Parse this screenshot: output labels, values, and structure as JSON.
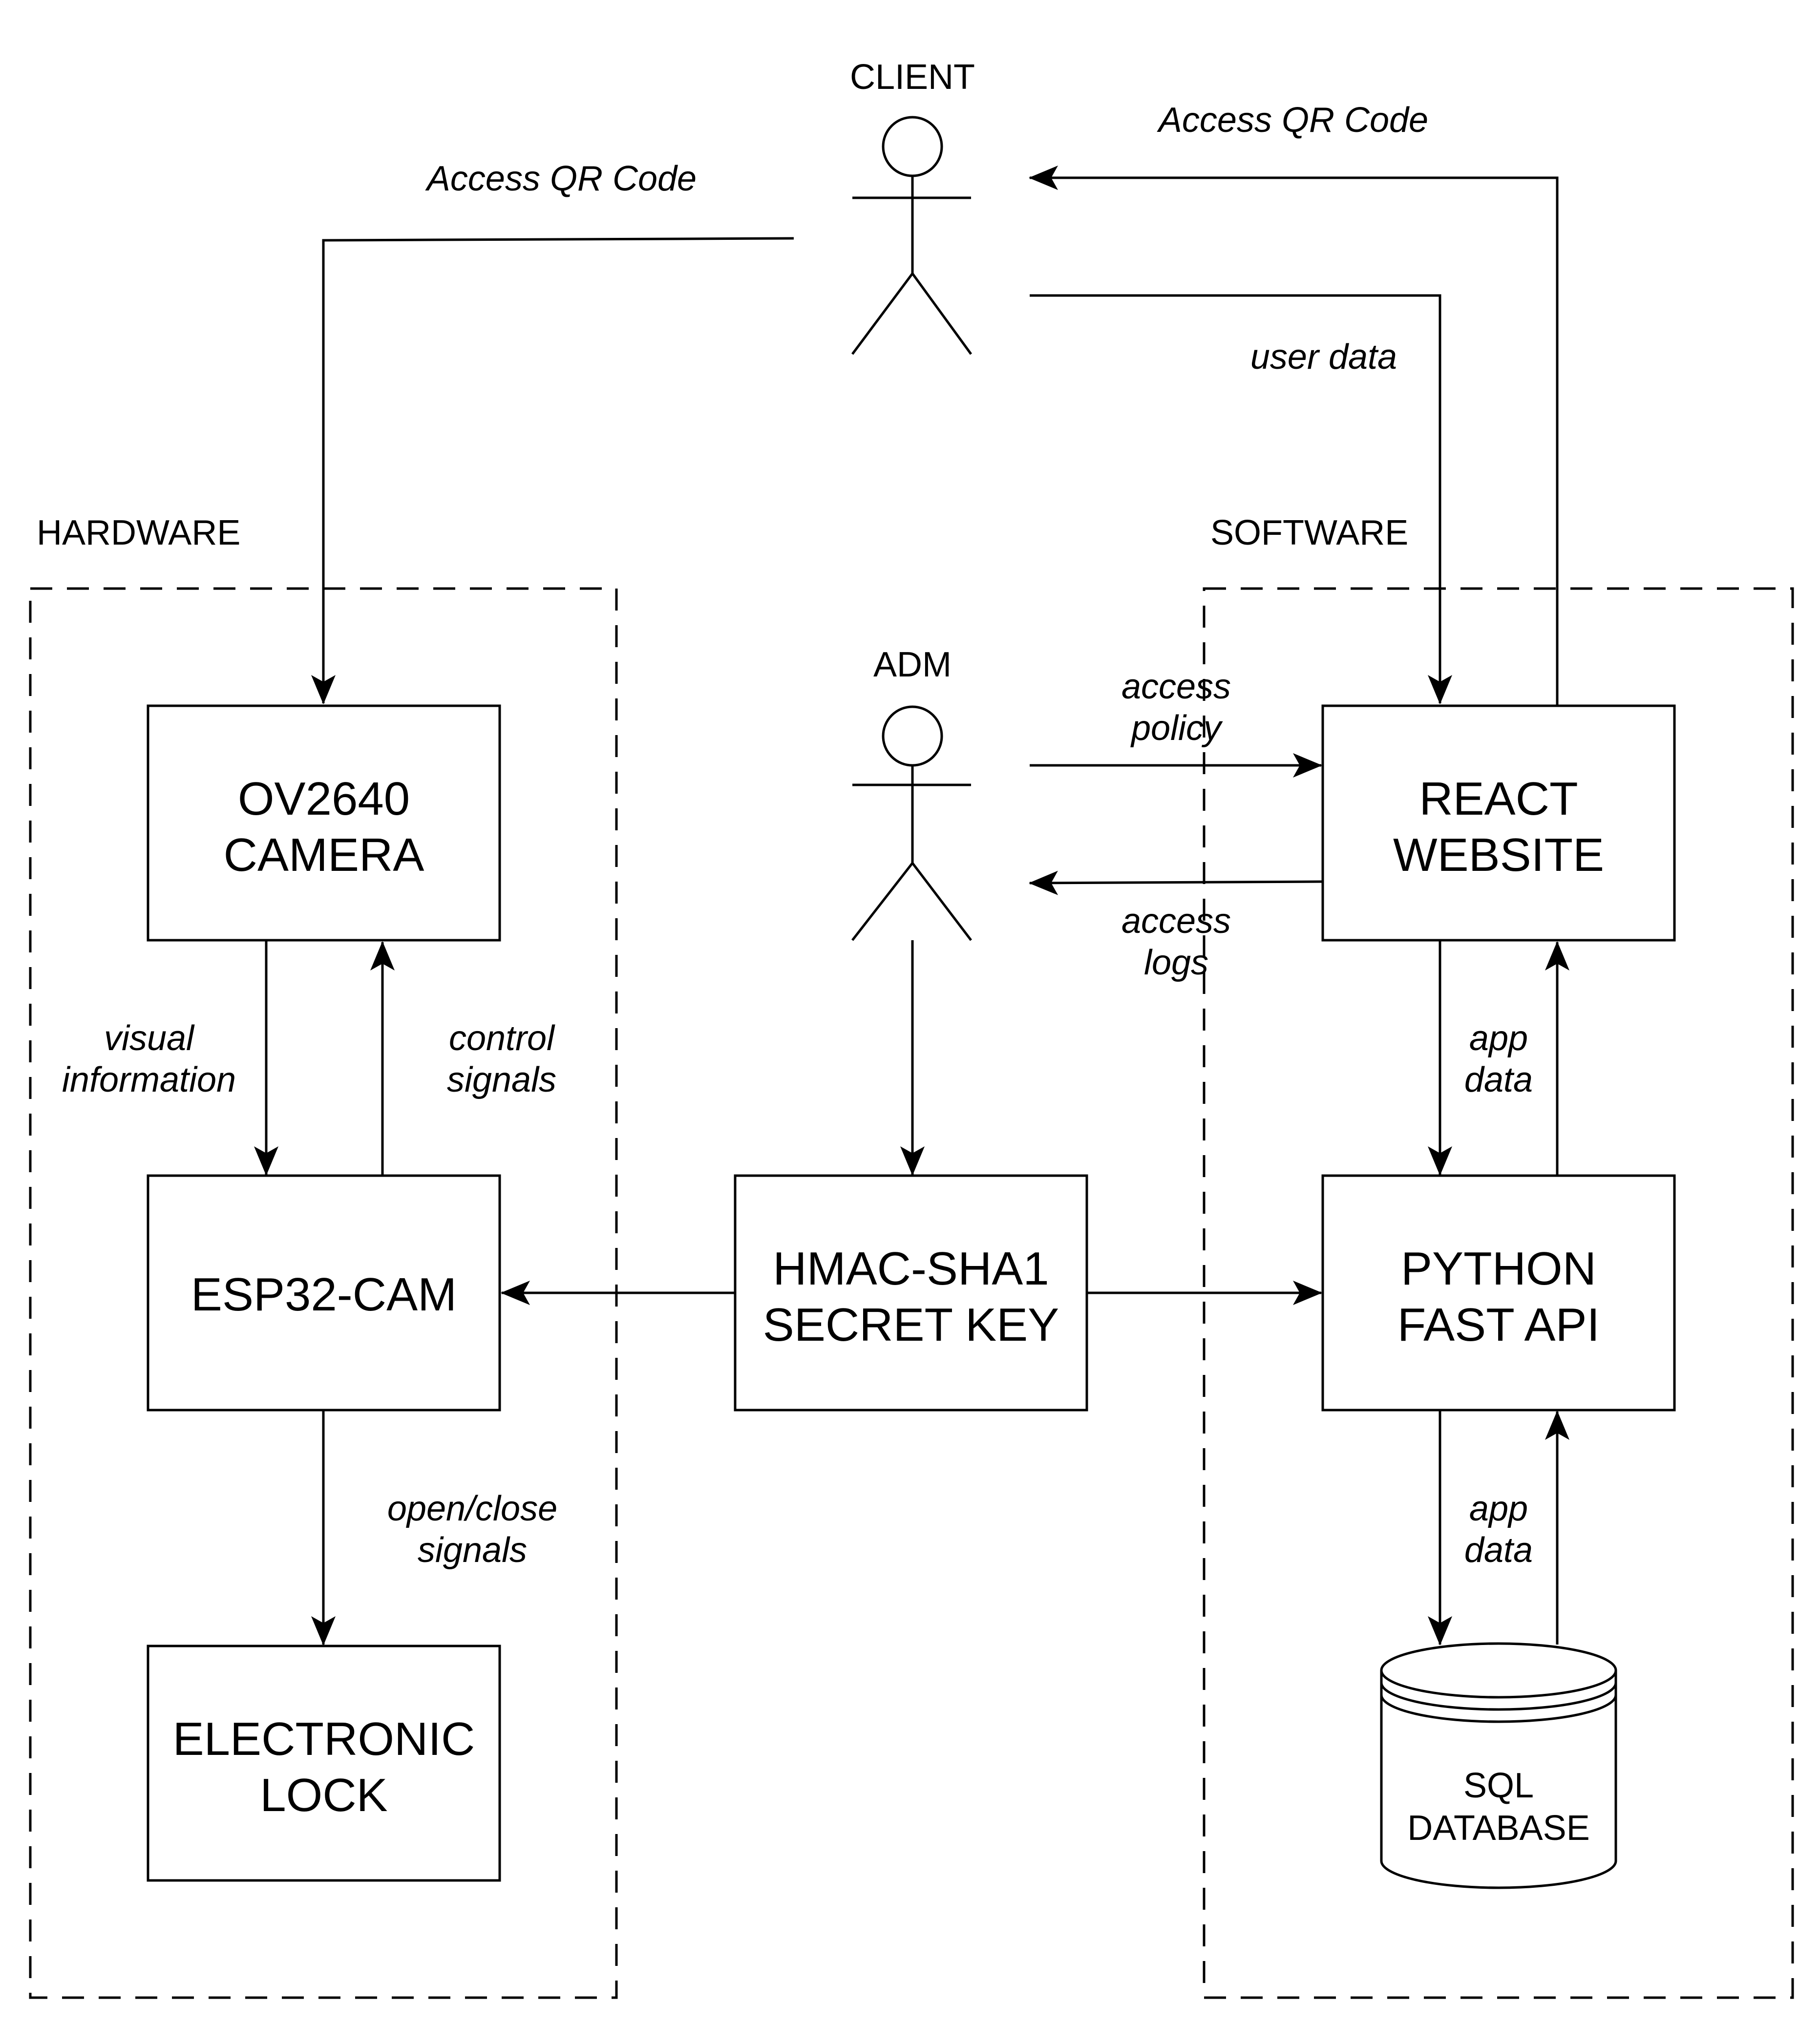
{
  "groups": {
    "hardware": "HARDWARE",
    "software": "SOFTWARE"
  },
  "actors": {
    "client": "CLIENT",
    "admin": "ADM"
  },
  "nodes": {
    "camera": [
      "OV2640",
      "CAMERA"
    ],
    "esp32": [
      "ESP32-CAM"
    ],
    "lock": [
      "ELECTRONIC",
      "LOCK"
    ],
    "hmac": [
      "HMAC-SHA1",
      "SECRET KEY"
    ],
    "react": [
      "REACT",
      "WEBSITE"
    ],
    "api": [
      "PYTHON",
      "FAST API"
    ],
    "database": [
      "SQL",
      "DATABASE"
    ]
  },
  "edges": {
    "client_to_camera": [
      "Access QR Code"
    ],
    "react_to_client": [
      "Access QR Code"
    ],
    "client_to_react": [
      "user data"
    ],
    "admin_to_react": [
      "access",
      "policy"
    ],
    "react_to_admin": [
      "access",
      "logs"
    ],
    "camera_to_esp32": [
      "visual",
      "information"
    ],
    "esp32_to_camera": [
      "control",
      "signals"
    ],
    "esp32_to_lock": [
      "open/close",
      "signals"
    ],
    "react_api": [
      "app",
      "data"
    ],
    "api_database": [
      "app",
      "data"
    ]
  }
}
